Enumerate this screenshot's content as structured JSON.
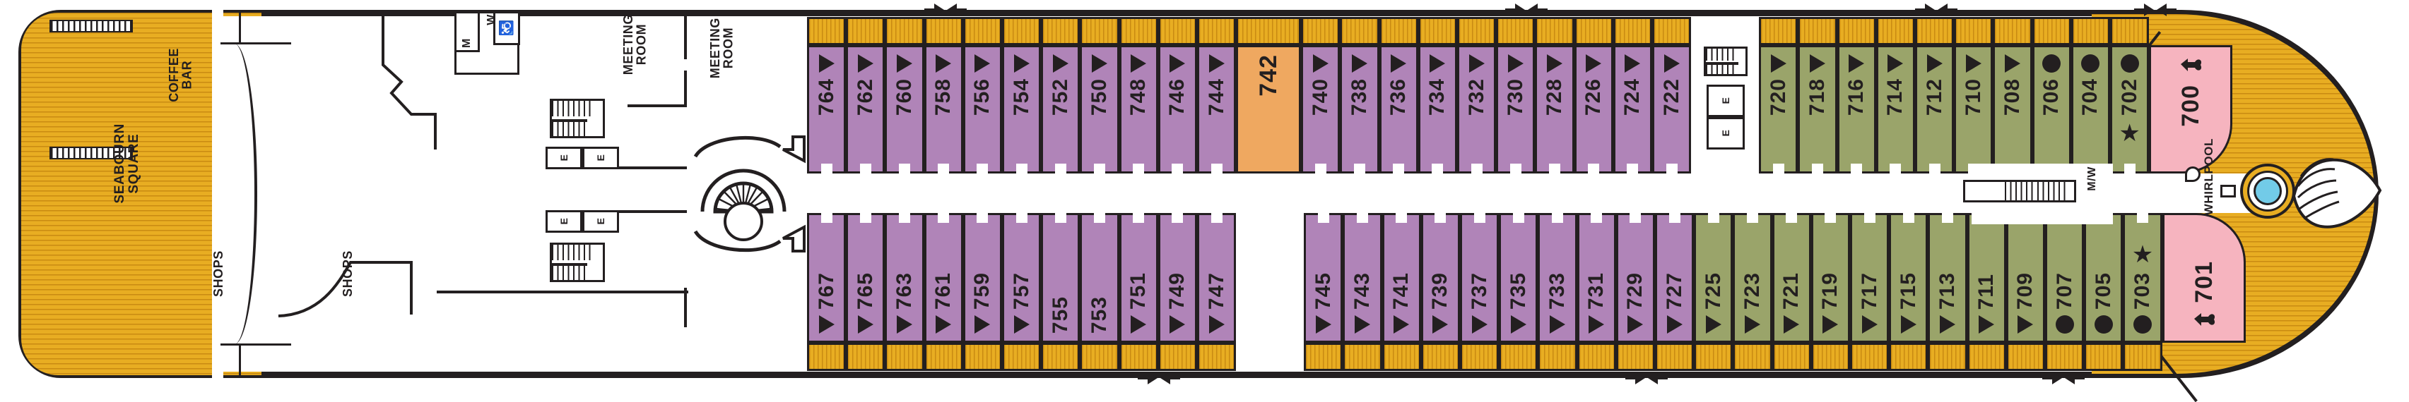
{
  "deck_plan": {
    "ship_line": "Seabourn",
    "orientation": "bow_right",
    "public_rooms": [
      {
        "id": "seabourn-square",
        "label": "SEABOURN\nSQUARE"
      },
      {
        "id": "coffee-bar",
        "label": "COFFEE\nBAR"
      },
      {
        "id": "shops",
        "label": "SHOPS"
      },
      {
        "id": "shops-2",
        "label": "SHOPS"
      },
      {
        "id": "meeting-room-1",
        "label": "MEETING\nROOM"
      },
      {
        "id": "meeting-room-2",
        "label": "MEETING\nROOM"
      },
      {
        "id": "whirlpool",
        "label": "WHIRLPOOL"
      }
    ],
    "facility_labels": {
      "womens_restroom": "W",
      "mens_restroom": "M",
      "accessible_restroom": "accessible-icon",
      "bow_restrooms": "M/W",
      "elevator": "E"
    },
    "colors": {
      "veranda_suite_purple": "#b084b8",
      "veranda_suite_green": "#9aa46a",
      "penthouse_orange": "#efa860",
      "owners_suite_pink": "#f6b4bf",
      "teak_deck": "#e3a81c",
      "outline": "#231f20",
      "whirlpool_water": "#72cbe8"
    },
    "legend_marks": {
      "triangle": "sofa-bed-triangle",
      "circle": "circle-marker",
      "star": "star-marker",
      "spade": "spade-arrow-marker"
    },
    "upper_row_cabins": [
      {
        "number": "764",
        "color": "purple",
        "mark": "triangle"
      },
      {
        "number": "762",
        "color": "purple",
        "mark": "triangle"
      },
      {
        "number": "760",
        "color": "purple",
        "mark": "triangle"
      },
      {
        "number": "758",
        "color": "purple",
        "mark": "triangle"
      },
      {
        "number": "756",
        "color": "purple",
        "mark": "triangle"
      },
      {
        "number": "754",
        "color": "purple",
        "mark": "triangle"
      },
      {
        "number": "752",
        "color": "purple",
        "mark": "triangle"
      },
      {
        "number": "750",
        "color": "purple",
        "mark": "triangle"
      },
      {
        "number": "748",
        "color": "purple",
        "mark": "triangle"
      },
      {
        "number": "746",
        "color": "purple",
        "mark": "triangle"
      },
      {
        "number": "744",
        "color": "purple",
        "mark": "triangle"
      },
      {
        "number": "742",
        "color": "orange",
        "mark": "none"
      },
      {
        "number": "740",
        "color": "purple",
        "mark": "triangle"
      },
      {
        "number": "738",
        "color": "purple",
        "mark": "triangle"
      },
      {
        "number": "736",
        "color": "purple",
        "mark": "triangle"
      },
      {
        "number": "734",
        "color": "purple",
        "mark": "triangle"
      },
      {
        "number": "732",
        "color": "purple",
        "mark": "triangle"
      },
      {
        "number": "730",
        "color": "purple",
        "mark": "triangle"
      },
      {
        "number": "728",
        "color": "purple",
        "mark": "triangle"
      },
      {
        "number": "726",
        "color": "purple",
        "mark": "triangle"
      },
      {
        "number": "724",
        "color": "purple",
        "mark": "triangle"
      },
      {
        "number": "722",
        "color": "purple",
        "mark": "triangle"
      },
      {
        "number": "720",
        "color": "green",
        "mark": "triangle"
      },
      {
        "number": "718",
        "color": "green",
        "mark": "triangle"
      },
      {
        "number": "716",
        "color": "green",
        "mark": "triangle"
      },
      {
        "number": "714",
        "color": "green",
        "mark": "triangle"
      },
      {
        "number": "712",
        "color": "green",
        "mark": "triangle"
      },
      {
        "number": "710",
        "color": "green",
        "mark": "triangle"
      },
      {
        "number": "708",
        "color": "green",
        "mark": "triangle"
      },
      {
        "number": "706",
        "color": "green",
        "mark": "circle"
      },
      {
        "number": "704",
        "color": "green",
        "mark": "circle"
      },
      {
        "number": "702",
        "color": "green",
        "mark": "circle",
        "extra_mark": "star"
      },
      {
        "number": "700",
        "color": "pink",
        "mark": "spade"
      }
    ],
    "lower_row_cabins": [
      {
        "number": "767",
        "color": "purple",
        "mark": "triangle"
      },
      {
        "number": "765",
        "color": "purple",
        "mark": "triangle"
      },
      {
        "number": "763",
        "color": "purple",
        "mark": "triangle"
      },
      {
        "number": "761",
        "color": "purple",
        "mark": "triangle"
      },
      {
        "number": "759",
        "color": "purple",
        "mark": "triangle"
      },
      {
        "number": "757",
        "color": "purple",
        "mark": "triangle"
      },
      {
        "number": "755",
        "color": "purple",
        "mark": "none"
      },
      {
        "number": "753",
        "color": "purple",
        "mark": "none"
      },
      {
        "number": "751",
        "color": "purple",
        "mark": "triangle"
      },
      {
        "number": "749",
        "color": "purple",
        "mark": "triangle"
      },
      {
        "number": "747",
        "color": "purple",
        "mark": "triangle"
      },
      {
        "number": "745",
        "color": "purple",
        "mark": "triangle"
      },
      {
        "number": "743",
        "color": "purple",
        "mark": "triangle"
      },
      {
        "number": "741",
        "color": "purple",
        "mark": "triangle"
      },
      {
        "number": "739",
        "color": "purple",
        "mark": "triangle"
      },
      {
        "number": "737",
        "color": "purple",
        "mark": "triangle"
      },
      {
        "number": "735",
        "color": "purple",
        "mark": "triangle"
      },
      {
        "number": "733",
        "color": "purple",
        "mark": "triangle"
      },
      {
        "number": "731",
        "color": "purple",
        "mark": "triangle"
      },
      {
        "number": "729",
        "color": "purple",
        "mark": "triangle"
      },
      {
        "number": "727",
        "color": "purple",
        "mark": "triangle"
      },
      {
        "number": "725",
        "color": "green",
        "mark": "triangle"
      },
      {
        "number": "723",
        "color": "green",
        "mark": "triangle"
      },
      {
        "number": "721",
        "color": "green",
        "mark": "triangle"
      },
      {
        "number": "719",
        "color": "green",
        "mark": "triangle"
      },
      {
        "number": "717",
        "color": "green",
        "mark": "triangle"
      },
      {
        "number": "715",
        "color": "green",
        "mark": "triangle"
      },
      {
        "number": "713",
        "color": "green",
        "mark": "triangle"
      },
      {
        "number": "711",
        "color": "green",
        "mark": "triangle"
      },
      {
        "number": "709",
        "color": "green",
        "mark": "triangle"
      },
      {
        "number": "707",
        "color": "green",
        "mark": "circle"
      },
      {
        "number": "705",
        "color": "green",
        "mark": "circle"
      },
      {
        "number": "703",
        "color": "green",
        "mark": "circle",
        "extra_mark": "star"
      },
      {
        "number": "701",
        "color": "pink",
        "mark": "spade"
      }
    ]
  }
}
